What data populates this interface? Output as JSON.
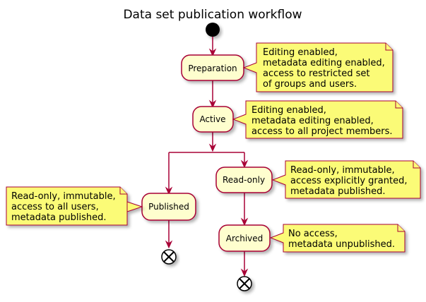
{
  "title": "Data set publication workflow",
  "states": {
    "preparation": "Preparation",
    "active": "Active",
    "published": "Published",
    "readonly": "Read-only",
    "archived": "Archived"
  },
  "notes": {
    "preparation": [
      "Editing enabled,",
      "metadata editing enabled,",
      "access to restricted set",
      "of groups and users."
    ],
    "active": [
      "Editing enabled,",
      "metadata editing enabled,",
      "access to all project members."
    ],
    "published": [
      "Read-only, immutable,",
      "access to all users,",
      "metadata published."
    ],
    "readonly": [
      "Read-only, immutable,",
      "access explicitly granted,",
      "metadata published."
    ],
    "archived": [
      "No access,",
      "metadata unpublished."
    ]
  },
  "colors": {
    "state_fill": "#FEFECE",
    "border": "#A80036",
    "note_fill": "#FBFB77"
  }
}
